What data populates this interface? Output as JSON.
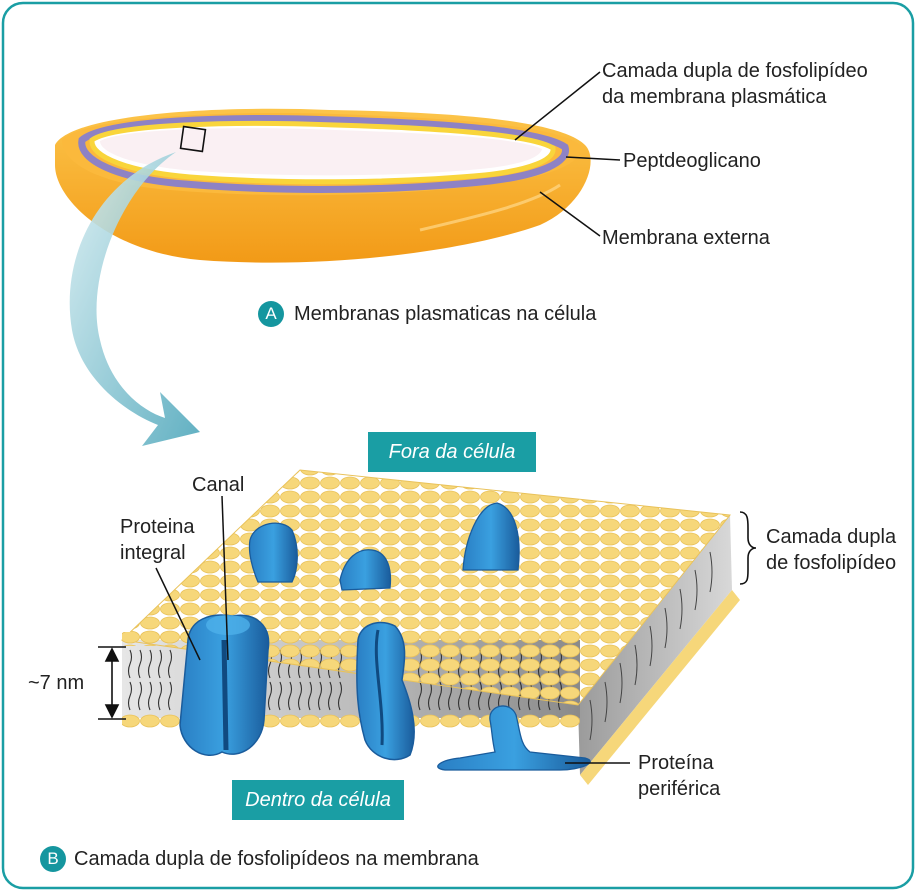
{
  "part_a": {
    "badge": "A",
    "caption": "Membranas plasmaticas na célula",
    "labels": {
      "phospholipid_line1": "Camada dupla de fosfolipídeo",
      "phospholipid_line2": "da membrana plasmática",
      "peptidoglycan": "Peptdeoglicano",
      "outer_membrane": "Membrana externa"
    }
  },
  "part_b": {
    "badge": "B",
    "caption": "Camada dupla de fosfolipídeos na membrana",
    "outside": "Fora da célula",
    "inside": "Dentro da célula",
    "labels": {
      "channel": "Canal",
      "integral_line1": "Proteina",
      "integral_line2": "integral",
      "thickness": "~7 nm",
      "bilayer_line1": "Camada dupla",
      "bilayer_line2": "de fosfolipídeo",
      "peripheral_line1": "Proteína",
      "peripheral_line2": "periférica"
    }
  },
  "colors": {
    "frame": "#1a9ea4",
    "badge": "#15969f",
    "cell_body": "#f7a823",
    "membrane_purple": "#8e82c4",
    "membrane_yellow": "#f9d53b",
    "phospholipid_head": "#f6d77a",
    "protein": "#1f7fc2",
    "arrow": "#6fb7c7"
  }
}
